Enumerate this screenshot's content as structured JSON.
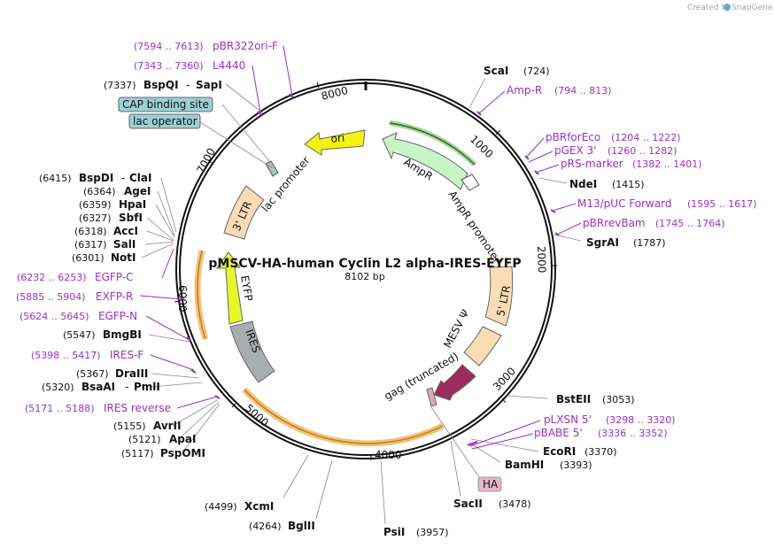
{
  "credit": {
    "prefix": "Created by",
    "brand": "SnapGene"
  },
  "map": {
    "name": "pMSCV-HA-human Cyclin L2 alpha-IRES-EYFP",
    "length": "8102 bp"
  },
  "ticks": [
    "1000",
    "2000",
    "3000",
    "4000",
    "5000",
    "6000",
    "7000",
    "8000"
  ],
  "features": {
    "ori": "ori",
    "ampr": "AmpR",
    "ampr_promoter": "AmpR promoter",
    "ltr5": "5' LTR",
    "mesv": "MESV Ψ",
    "gag": "gag (truncated)",
    "ires": "IRES",
    "eyfp": "EYFP",
    "ltr3": "3' LTR",
    "lac_promoter": "lac promoter",
    "cap_binding_site": "CAP binding site",
    "lac_operator": "lac operator",
    "ha": "HA"
  },
  "enzymes": [
    {
      "name": "ScaI",
      "pos": "(724)"
    },
    {
      "name": "NdeI",
      "pos": "(1415)"
    },
    {
      "name": "SgrAI",
      "pos": "(1787)"
    },
    {
      "name": "BstEII",
      "pos": "(3053)"
    },
    {
      "name": "EcoRI",
      "pos": "(3370)"
    },
    {
      "name": "BamHI",
      "pos": "(3393)"
    },
    {
      "name": "SacII",
      "pos": "(3478)"
    },
    {
      "name": "PsiI",
      "pos": "(3957)"
    },
    {
      "name": "BglII",
      "pos": "(4264)"
    },
    {
      "name": "XcmI",
      "pos": "(4499)"
    },
    {
      "name": "PspOMI",
      "pos": "(5117)"
    },
    {
      "name": "ApaI",
      "pos": "(5121)"
    },
    {
      "name": "AvrII",
      "pos": "(5155)"
    },
    {
      "name": "BsaAI",
      "name2": "PmlI",
      "pos": "(5320)"
    },
    {
      "name": "DraIII",
      "pos": "(5367)"
    },
    {
      "name": "BmgBI",
      "pos": "(5547)"
    },
    {
      "name": "NotI",
      "pos": "(6301)"
    },
    {
      "name": "SalI",
      "pos": "(6317)"
    },
    {
      "name": "AccI",
      "pos": "(6318)"
    },
    {
      "name": "SbfI",
      "pos": "(6327)"
    },
    {
      "name": "HpaI",
      "pos": "(6359)"
    },
    {
      "name": "AgeI",
      "pos": "(6364)"
    },
    {
      "name": "BspDI",
      "name2": "ClaI",
      "pos": "(6415)"
    },
    {
      "name": "BspQI",
      "name2": "SapI",
      "pos": "(7337)"
    }
  ],
  "primers": [
    {
      "name": "Amp-R",
      "range": "(794 .. 813)"
    },
    {
      "name": "pBRforEco",
      "range": "(1204 .. 1222)"
    },
    {
      "name": "pGEX 3'",
      "range": "(1260 .. 1282)"
    },
    {
      "name": "pRS-marker",
      "range": "(1382 .. 1401)"
    },
    {
      "name": "M13/pUC Forward",
      "range": "(1595 .. 1617)"
    },
    {
      "name": "pBRrevBam",
      "range": "(1745 .. 1764)"
    },
    {
      "name": "pLXSN 5'",
      "range": "(3298 .. 3320)"
    },
    {
      "name": "pBABE 5'",
      "range": "(3336 .. 3352)"
    },
    {
      "name": "IRES reverse",
      "range": "(5171 .. 5188)"
    },
    {
      "name": "IRES-F",
      "range": "(5398 .. 5417)"
    },
    {
      "name": "EGFP-N",
      "range": "(5624 .. 5645)"
    },
    {
      "name": "EXFP-R",
      "range": "(5885 .. 5904)"
    },
    {
      "name": "EGFP-C",
      "range": "(6232 .. 6253)"
    },
    {
      "name": "L4440",
      "range": "(7343 .. 7360)"
    },
    {
      "name": "pBR322ori-F",
      "range": "(7594 .. 7613)"
    }
  ],
  "colors": {
    "ori": "#f5f20f",
    "ampr": "#c8f5c8",
    "ltr": "#fbdcb6",
    "gag": "#9b2d5e",
    "ires": "#a8adb0",
    "eyfp": "#e6f72a",
    "primer": "#9b2fc6",
    "highlight": "#f2c27a",
    "box": "#9ccfd8"
  }
}
